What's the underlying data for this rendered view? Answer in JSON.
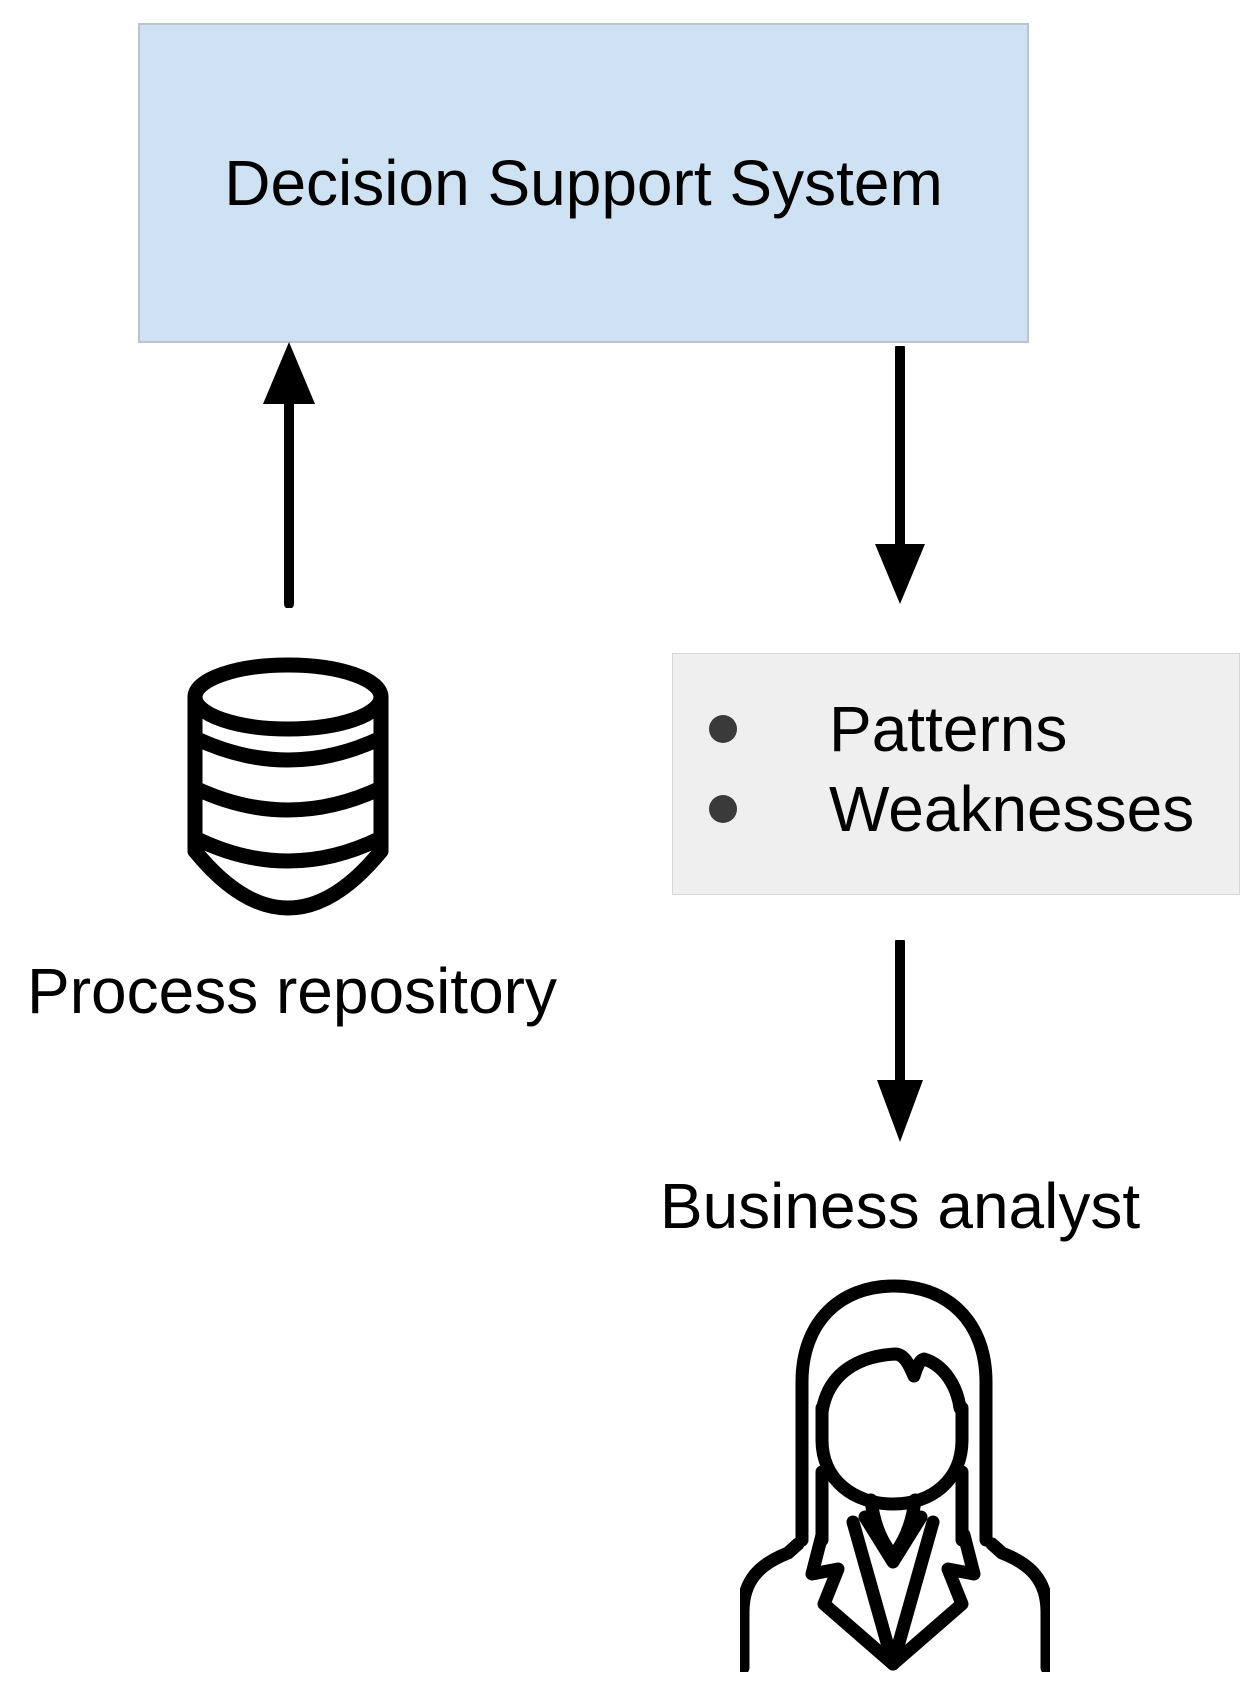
{
  "diagram": {
    "dss": {
      "label": "Decision Support System"
    },
    "outputs": {
      "items": [
        {
          "label": "Patterns"
        },
        {
          "label": "Weaknesses"
        }
      ]
    },
    "repository": {
      "label": "Process repository"
    },
    "analyst": {
      "label": "Business analyst"
    },
    "icons": {
      "database": "database-icon",
      "person": "business-analyst-icon",
      "arrow_up": "arrow-up-icon",
      "arrow_down": "arrow-down-icon"
    },
    "colors": {
      "background": "#ffffff",
      "dss_fill": "#cfe2f3",
      "dss_border": "#b9c4cf",
      "outputs_fill": "#efefef",
      "outputs_border": "#d6d6d6",
      "bullet": "#3a3a3a",
      "ink": "#000000"
    }
  }
}
